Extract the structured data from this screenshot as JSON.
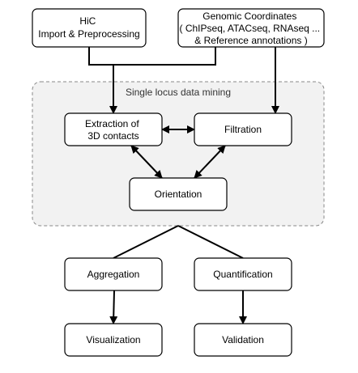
{
  "group": {
    "label": "Single locus data mining"
  },
  "nodes": {
    "hic": {
      "lines": [
        "HiC",
        "Import & Preprocessing"
      ]
    },
    "genomic": {
      "lines": [
        "Genomic Coordinates",
        "( ChIPseq, ATACseq, RNAseq ...",
        "& Reference annotations )"
      ]
    },
    "extraction": {
      "lines": [
        "Extraction of",
        "3D contacts"
      ]
    },
    "filtration": {
      "lines": [
        "Filtration"
      ]
    },
    "orientation": {
      "lines": [
        "Orientation"
      ]
    },
    "aggregation": {
      "lines": [
        "Aggregation"
      ]
    },
    "quantification": {
      "lines": [
        "Quantification"
      ]
    },
    "visualization": {
      "lines": [
        "Visualization"
      ]
    },
    "validation": {
      "lines": [
        "Validation"
      ]
    }
  },
  "edges": [
    {
      "name": "hic-genomic-to-extraction-arrow",
      "from": [
        "hic",
        "genomic"
      ],
      "to": "extraction",
      "direction": "forward"
    },
    {
      "name": "genomic-to-filtration-arrow",
      "from": [
        "genomic"
      ],
      "to": "filtration",
      "direction": "forward"
    },
    {
      "name": "extraction-filtration-arrow",
      "from": [
        "extraction"
      ],
      "to": "filtration",
      "direction": "both"
    },
    {
      "name": "extraction-orientation-arrow",
      "from": [
        "extraction"
      ],
      "to": "orientation",
      "direction": "both"
    },
    {
      "name": "filtration-orientation-arrow",
      "from": [
        "filtration"
      ],
      "to": "orientation",
      "direction": "both"
    },
    {
      "name": "group-to-aggregation-line",
      "from": [
        "group"
      ],
      "to": "aggregation",
      "direction": "none"
    },
    {
      "name": "group-to-quantification-line",
      "from": [
        "group"
      ],
      "to": "quantification",
      "direction": "none"
    },
    {
      "name": "aggregation-to-visualization-arrow",
      "from": [
        "aggregation"
      ],
      "to": "visualization",
      "direction": "forward"
    },
    {
      "name": "quantification-to-validation-arrow",
      "from": [
        "quantification"
      ],
      "to": "validation",
      "direction": "forward"
    }
  ]
}
